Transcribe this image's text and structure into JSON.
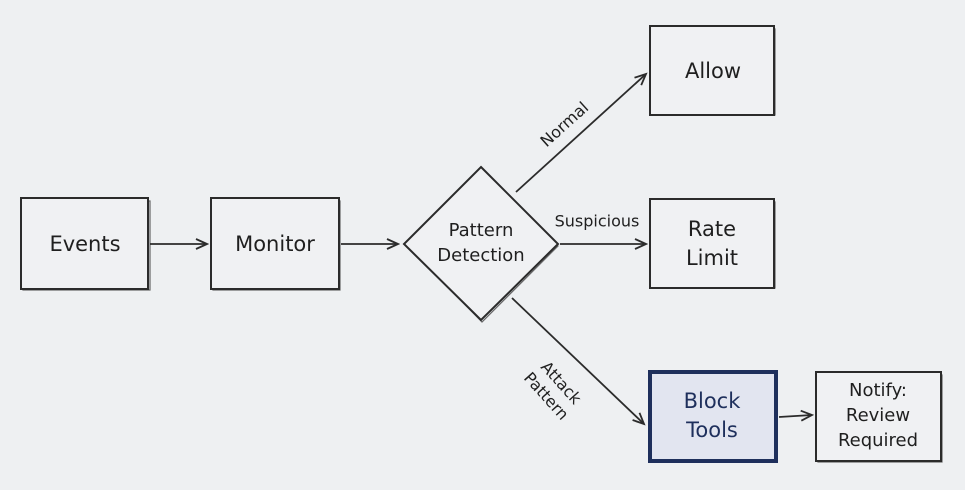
{
  "nodes": {
    "events": "Events",
    "monitor": "Monitor",
    "pattern_detection": [
      "Pattern",
      "Detection"
    ],
    "allow": "Allow",
    "rate_limit": [
      "Rate",
      "Limit"
    ],
    "block_tools": [
      "Block",
      "Tools"
    ],
    "notify": [
      "Notify:",
      "Review",
      "Required"
    ]
  },
  "edges": {
    "normal": "Normal",
    "suspicious": "Suspicious",
    "attack_pattern": [
      "Attack",
      "Pattern"
    ]
  },
  "colors": {
    "background": "#eef0f2",
    "stroke": "#2b2b2b",
    "highlight": "#1e2f5c"
  }
}
